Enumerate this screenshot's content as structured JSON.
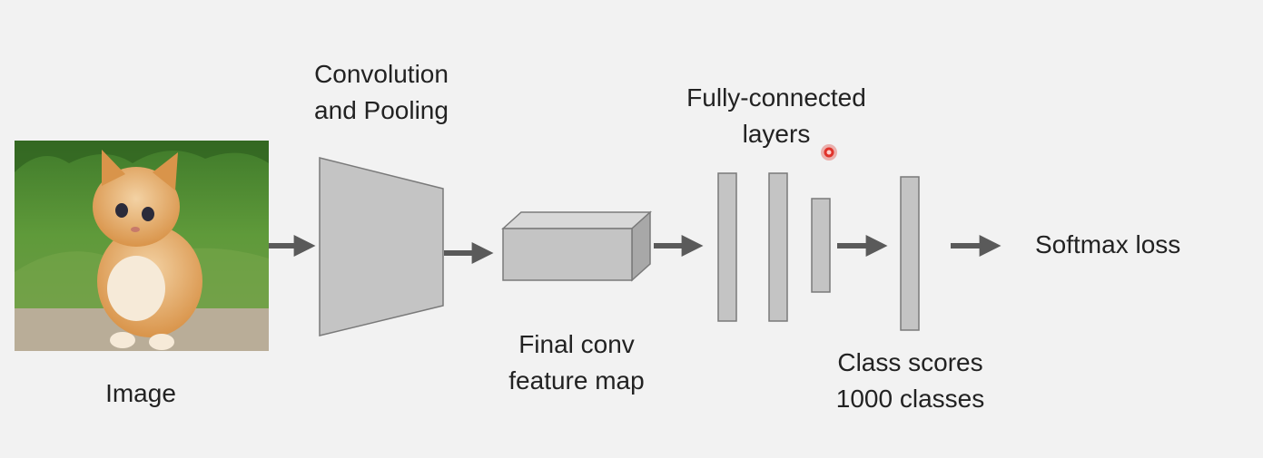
{
  "diagram": {
    "image_label": "Image",
    "conv_label": [
      "Convolution",
      "and Pooling"
    ],
    "feature_map_label": [
      "Final conv",
      "feature map"
    ],
    "fc_label": [
      "Fully-connected",
      "layers"
    ],
    "scores_label": [
      "Class scores",
      "1000 classes"
    ],
    "softmax_label": "Softmax loss"
  },
  "colors": {
    "background": "#f2f2f2",
    "block_fill": "#c4c4c4",
    "block_stroke": "#7a7a7a",
    "arrow": "#5a5a5a",
    "pointer": "#e0332b"
  }
}
